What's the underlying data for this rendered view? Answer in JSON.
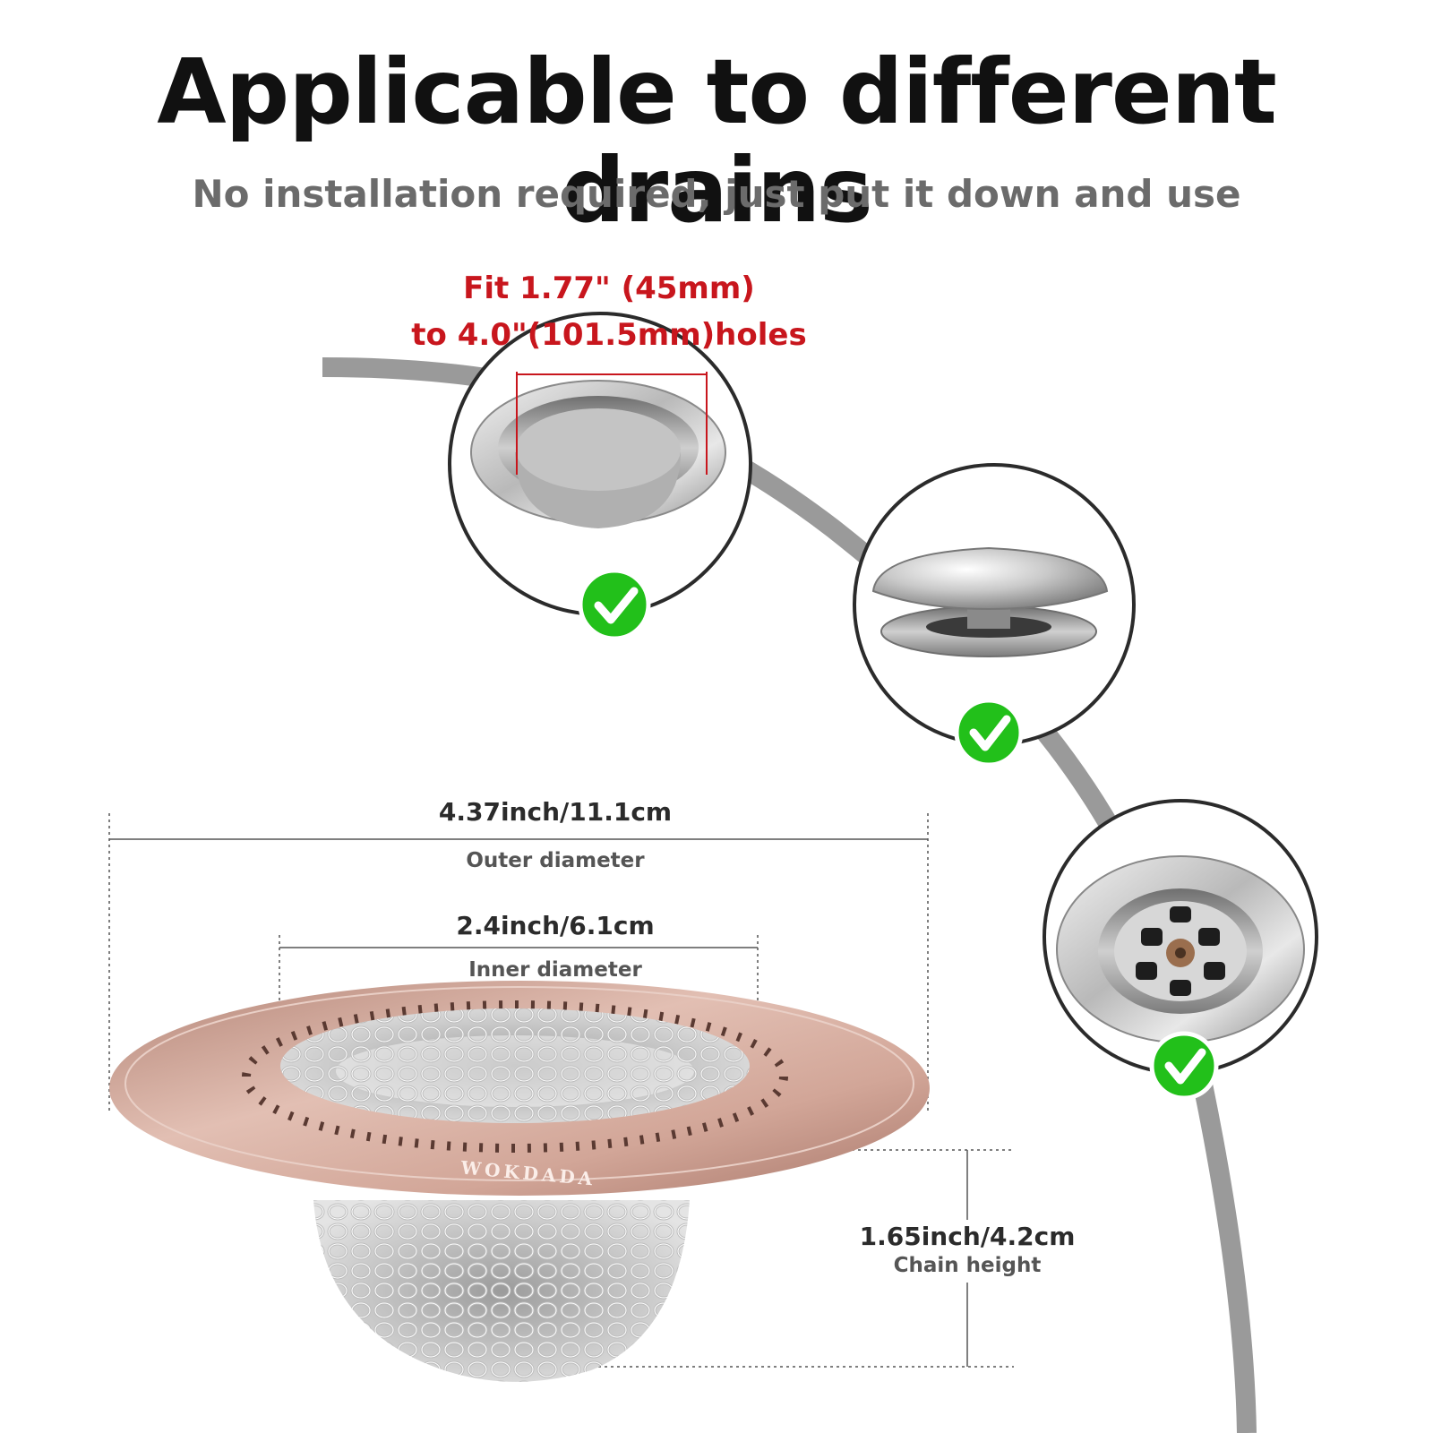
{
  "heading": {
    "title": "Applicable to different drains",
    "subtitle": "No installation required, just put it down and use"
  },
  "fit_note": {
    "line1": "Fit 1.77\" (45mm)",
    "line2": "to 4.0\"(101.5mm)holes"
  },
  "dimensions": {
    "outer": {
      "value": "4.37inch/11.1cm",
      "caption": "Outer diameter"
    },
    "inner": {
      "value": "2.4inch/6.1cm",
      "caption": "Inner diameter"
    },
    "height": {
      "value": "1.65inch/4.2cm",
      "caption": "Chain height"
    }
  },
  "brand": "WOKDADA",
  "colors": {
    "check_green": "#22c01a",
    "fit_red": "#c8161d",
    "arc_gray": "#9a9a9a",
    "rose_gold": "#d4a99c"
  },
  "icons": [
    "check-icon",
    "check-icon",
    "check-icon"
  ]
}
